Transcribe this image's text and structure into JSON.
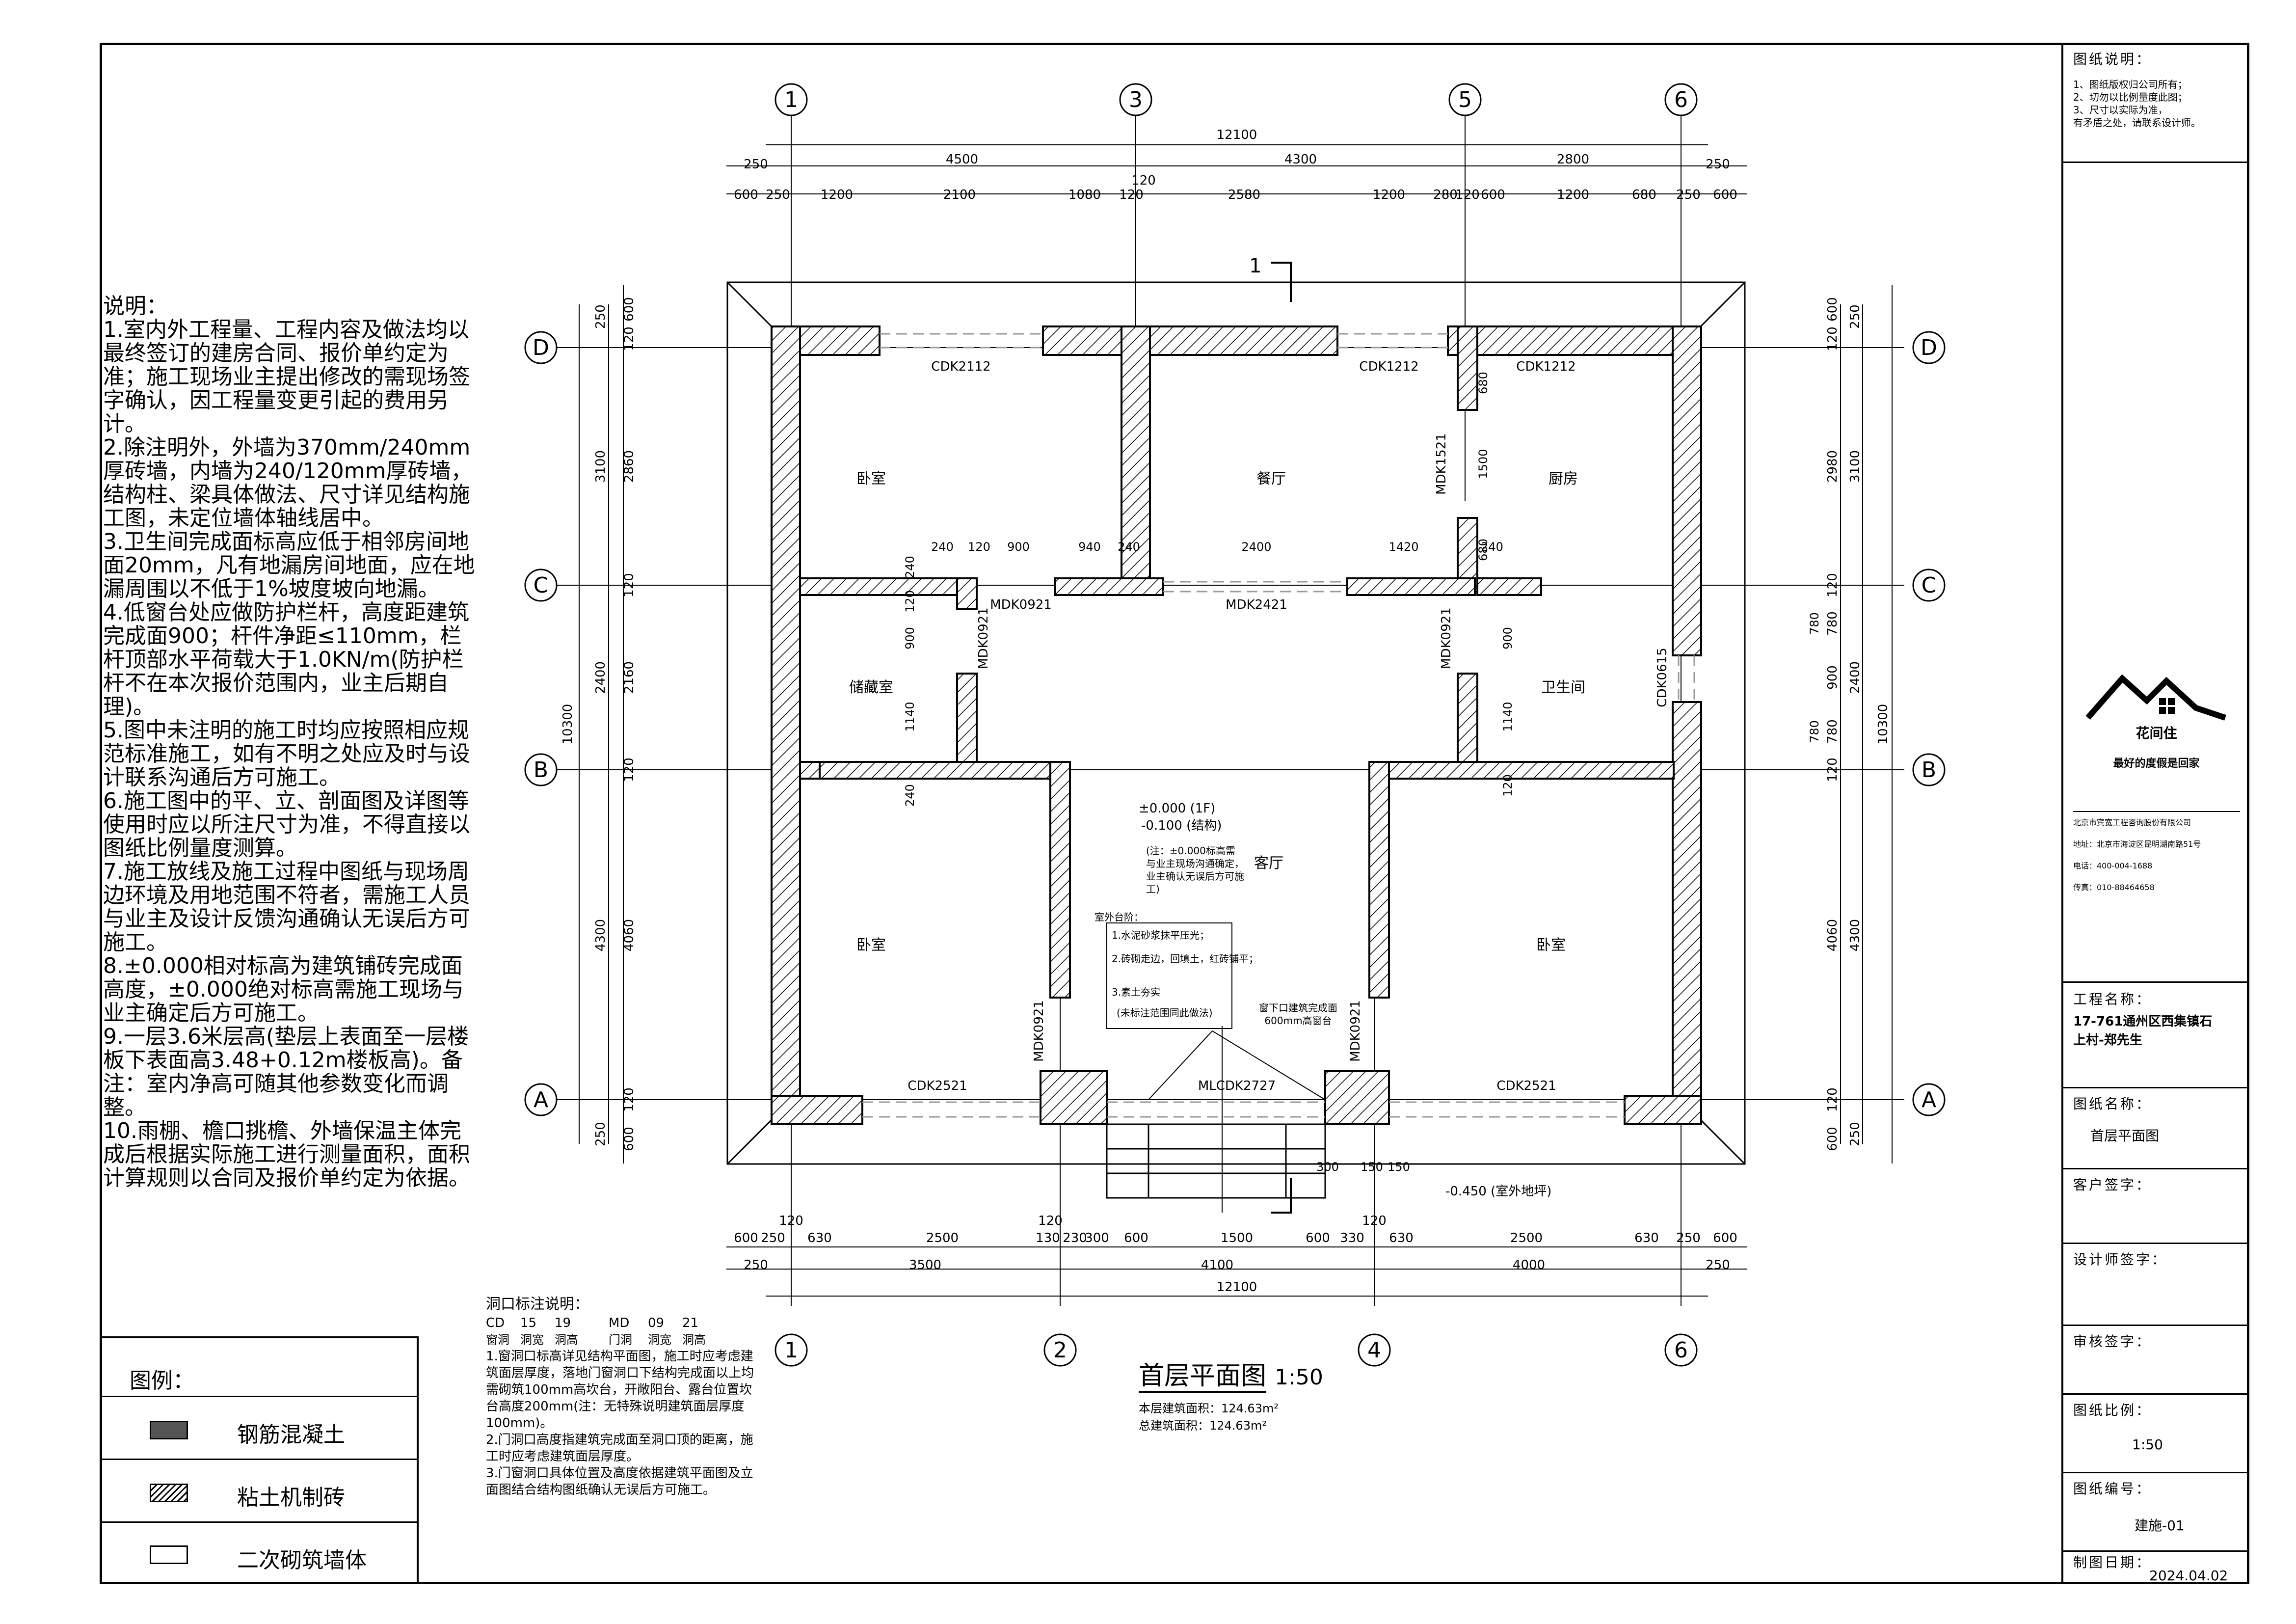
{
  "notes": {
    "heading": "说明：",
    "items": [
      "1.室内外工程量、工程内容及做法均以最终签订的建房合同、报价单约定为准；施工现场业主提出修改的需现场签字确认，因工程量变更引起的费用另计。",
      "2.除注明外，外墙为370mm/240mm厚砖墙，内墙为240/120mm厚砖墙，结构柱、梁具体做法、尺寸详见结构施工图，未定位墙体轴线居中。",
      "3.卫生间完成面标高应低于相邻房间地面20mm，凡有地漏房间地面，应在地漏周围以不低于1%坡度坡向地漏。",
      "4.低窗台处应做防护栏杆，高度距建筑完成面900；杆件净距≤110mm，栏杆顶部水平荷载大于1.0KN/m(防护栏杆不在本次报价范围内，业主后期自理)。",
      "5.图中未注明的施工时均应按照相应规范标准施工，如有不明之处应及时与设计联系沟通后方可施工。",
      "6.施工图中的平、立、剖面图及详图等使用时应以所注尺寸为准，不得直接以图纸比例量度测算。",
      "7.施工放线及施工过程中图纸与现场周边环境及用地范围不符者，需施工人员与业主及设计反馈沟通确认无误后方可施工。",
      "8.±0.000相对标高为建筑铺砖完成面高度，±0.000绝对标高需施工现场与业主确定后方可施工。",
      "9.一层3.6米层高(垫层上表面至一层楼板下表面高3.48+0.12m楼板高)。备注：室内净高可随其他参数变化而调整。",
      "10.雨棚、檐口挑檐、外墙保温主体完成后根据实际施工进行测量面积，面积计算规则以合同及报价单约定为依据。"
    ]
  },
  "legend": {
    "title": "图例：",
    "items": [
      "钢筋混凝土",
      "粘土机制砖",
      "二次砌筑墙体"
    ]
  },
  "opening_notes": {
    "title": "洞口标注说明：",
    "codes": [
      "CD",
      "15",
      "19",
      "MD",
      "09",
      "21"
    ],
    "code_labels": [
      "窗洞",
      "洞宽",
      "洞高",
      "门洞",
      "洞宽",
      "洞高"
    ],
    "lines": [
      "1.窗洞口标高详见结构平面图，施工时应考虑建筑面层厚度，落地门窗洞口下结构完成面以上均需砌筑100mm高坎台，开敞阳台、露台位置坎台高度200mm(注：无特殊说明建筑面层厚度100mm)。",
      "2.门洞口高度指建筑完成面至洞口顶的距离，施工时应考虑建筑面层厚度。",
      "3.门窗洞口具体位置及高度依据建筑平面图及立面图结合结构图纸确认无误后方可施工。"
    ]
  },
  "plan": {
    "title": "首层平面图",
    "scale": "1:50",
    "area_lines": [
      "本层建筑面积：124.63m²",
      "总建筑面积：124.63m²"
    ],
    "top_axes": [
      "1",
      "3",
      "5",
      "6"
    ],
    "bottom_axes": [
      "1",
      "2",
      "4",
      "6"
    ],
    "side_axes": [
      "D",
      "C",
      "B",
      "A"
    ],
    "total_width": "12100",
    "total_depth": "10300",
    "top_dim_row1": [
      "250",
      "4500",
      "4300",
      "2800",
      "250"
    ],
    "top_dim_row2": [
      "600",
      "250",
      "1200",
      "2100",
      "1080",
      "120",
      "120",
      "2580",
      "1200",
      "280",
      "120",
      "600",
      "1200",
      "680",
      "250",
      "600"
    ],
    "bottom_dim_row1": [
      "600",
      "250",
      "120",
      "630",
      "2500",
      "120",
      "130",
      "230",
      "300",
      "600",
      "1500",
      "600",
      "330",
      "120",
      "630",
      "2500",
      "630",
      "250",
      "600"
    ],
    "bottom_dim_row2": [
      "250",
      "3500",
      "4100",
      "4000",
      "250"
    ],
    "left_dims_outer": [
      "250",
      "3100",
      "2400",
      "4300",
      "250"
    ],
    "left_dims_inner": [
      "600",
      "120",
      "2860",
      "120",
      "2160",
      "120",
      "4060",
      "120",
      "600"
    ],
    "right_dims_outer": [
      "250",
      "3100",
      "2400",
      "4300",
      "250"
    ],
    "right_dims_inner": [
      "600",
      "120",
      "2980",
      "120",
      "780",
      "900",
      "780",
      "120",
      "4060",
      "120",
      "600"
    ],
    "rooms": [
      {
        "name": "卧室"
      },
      {
        "name": "餐厅"
      },
      {
        "name": "厨房"
      },
      {
        "name": "储藏室"
      },
      {
        "name": "卫生间"
      },
      {
        "name": "客厅"
      },
      {
        "name": "卧室"
      },
      {
        "name": "卧室"
      }
    ],
    "openings": [
      "CDK2112",
      "CDK1212",
      "CDK1212",
      "MDK1521",
      "MDK0921",
      "MDK0921",
      "MDK2421",
      "MDK0921",
      "CDK0615",
      "MDK0921",
      "MDK0921",
      "CDK2521",
      "MLCDK2727",
      "CDK2521"
    ],
    "interior_dims": [
      "240",
      "120",
      "900",
      "940",
      "240",
      "2400",
      "1420",
      "240",
      "680",
      "1500",
      "680",
      "240",
      "120",
      "900",
      "1140",
      "240",
      "900",
      "1140",
      "120",
      "780",
      "780",
      "300",
      "150",
      "150"
    ],
    "section_mark": "1",
    "elevation_main": "±0.000 (1F)",
    "elevation_struct": "-0.100 (结构)",
    "elevation_note": "(注：±0.000标高需与业主现场沟通确定，业主确认无误后方可施工)",
    "outdoor_steps_title": "室外台阶：",
    "outdoor_steps": [
      "1.水泥砂浆抹平压光；",
      "2.砖砌走边，回填土，红砖铺平；",
      "3.素土夯实",
      "(未标注范围同此做法)"
    ],
    "window_note": "窗下口建筑完成面600mm高窗台",
    "outdoor_elev": "-0.450 (室外地坪)"
  },
  "title_block": {
    "notes_title": "图纸说明：",
    "notes": [
      "1、图纸版权归公司所有；",
      "2、切勿以比例量度此图；",
      "3、尺寸以实际为准，",
      "有矛盾之处，请联系设计师。"
    ],
    "brand": "花间住",
    "slogan": "最好的度假是回家",
    "company": "北京市宾宽工程咨询股份有限公司",
    "address": "地址：北京市海淀区昆明湖南路51号",
    "phone": "电话：400-004-1688",
    "fax": "传真：010-88464658",
    "project_label": "工程名称：",
    "project_name": "17-761通州区西集镇石上村-郑先生",
    "drawing_label": "图纸名称：",
    "drawing_name": "首层平面图",
    "client_label": "客户签字：",
    "designer_label": "设计师签字：",
    "review_label": "审核签字：",
    "scale_label": "图纸比例：",
    "scale_value": "1:50",
    "number_label": "图纸编号：",
    "number_value": "建施-01",
    "date_label": "制图日期：",
    "date_value": "2024.04.02"
  },
  "colors": {
    "line": "#000000",
    "hatch": "#555555",
    "dash": "#9a9a9a"
  }
}
